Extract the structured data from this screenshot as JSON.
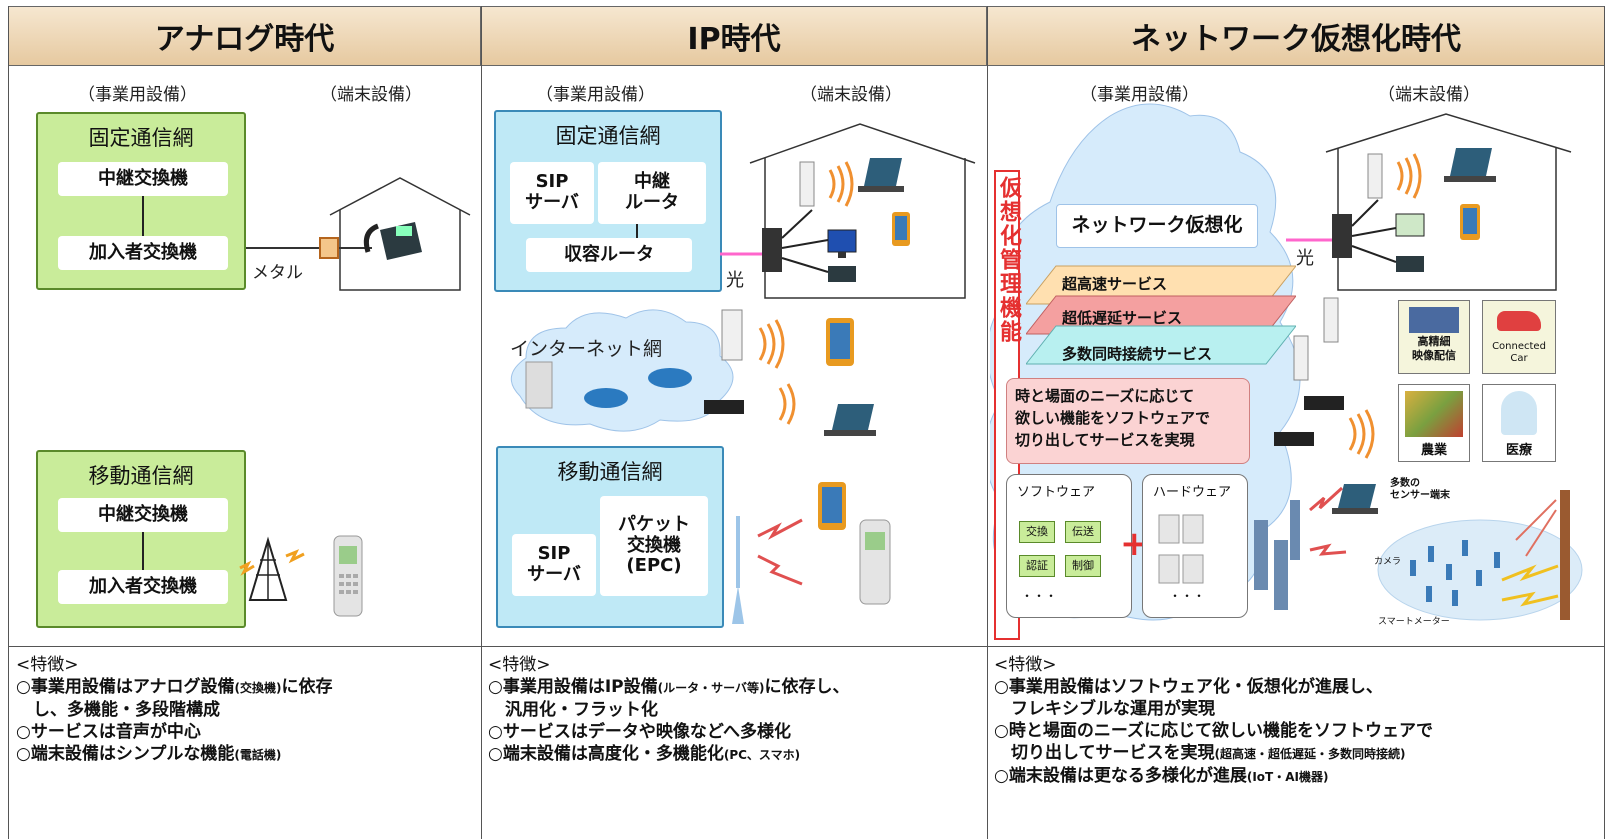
{
  "headers": [
    "アナログ時代",
    "IP時代",
    "ネットワーク仮想化時代"
  ],
  "labels": {
    "jigyo": "（事業用設備）",
    "tanmatsu": "（端末設備）"
  },
  "analog": {
    "fixed": {
      "title": "固定通信網",
      "relay": "中継交換機",
      "subscriber": "加入者交換機"
    },
    "mobile": {
      "title": "移動通信網",
      "relay": "中継交換機",
      "subscriber": "加入者交換機"
    },
    "metal": "メタル"
  },
  "ip": {
    "fixed": {
      "title": "固定通信網",
      "sip": "SIP\nサーバ",
      "relay": "中継\nルータ",
      "access": "収容ルータ"
    },
    "internet": "インターネット網",
    "mobile": {
      "title": "移動通信網",
      "sip": "SIP\nサーバ",
      "packet": "パケット\n交換機\n(EPC)"
    },
    "light": "光"
  },
  "virt": {
    "mgmt": "仮想化管理機能",
    "nv": "ネットワーク仮想化",
    "layers": [
      "超高速サービス",
      "超低遅延サービス",
      "多数同時接続サービス"
    ],
    "desc": "時と場面のニーズに応じて\n欲しい機能をソフトウェアで\n切り出してサービスを実現",
    "software": "ソフトウェア",
    "hardware": "ハードウェア",
    "sw_items": [
      "交換",
      "伝送",
      "認証",
      "制御"
    ],
    "dots": "・・・",
    "light": "光",
    "apps": [
      "高精細\n映像配信",
      "Connected\nCar",
      "農業",
      "医療"
    ],
    "sensor": "多数の\nセンサー端末",
    "smartmeter": "スマートメーター",
    "sensors_small": "カメラ"
  },
  "features": {
    "heading": "<特徴>",
    "analog": [
      "○事業用設備はアナログ設備",
      "(交換機)",
      "に依存",
      "　し、多機能・多段階構成",
      "○サービスは音声が中心",
      "○端末設備はシンプルな機能",
      "(電話機)"
    ],
    "ip": [
      "○事業用設備はIP設備",
      "(ルータ・サーバ等)",
      "に依存し、",
      "　汎用化・フラット化",
      "○サービスはデータや映像などへ多様化",
      "○端末設備は高度化・多機能化",
      "(PC、スマホ)"
    ],
    "virt": [
      "○事業用設備はソフトウェア化・仮想化が進展し、",
      "　フレキシブルな運用が実現",
      "○時と場面のニーズに応じて欲しい機能をソフトウェアで",
      "　切り出してサービスを実現",
      "(超高速・超低遅延・多数同時接続)",
      "○端末設備は更なる多様化が進展",
      "(IoT・AI機器)"
    ]
  },
  "colors": {
    "green": "#c9ec9a",
    "blue": "#bfe9f6",
    "header": "#eed7b5",
    "pink": "#ff66cc",
    "red": "#e53030"
  }
}
